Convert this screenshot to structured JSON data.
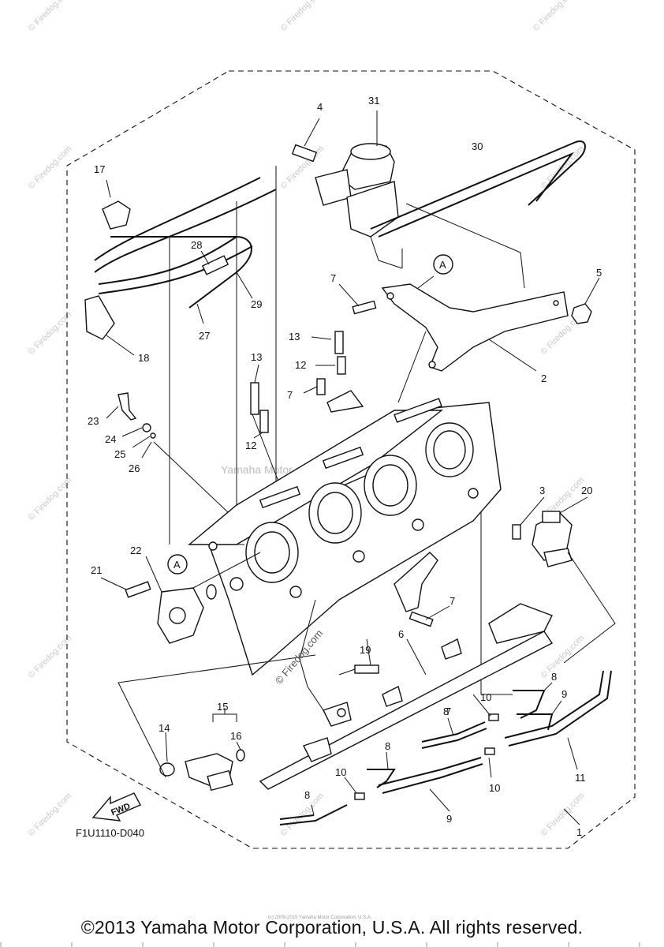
{
  "watermarks": {
    "firedog": "© Firedog.com",
    "center": "Yamaha Motor.com Bikes",
    "diagonal_label": "© Firedog.com",
    "tiny": "(c) 2009-2015 Yamaha Motor Corporation, U.S.A."
  },
  "callouts": [
    "1",
    "2",
    "3",
    "4",
    "5",
    "6",
    "7",
    "7",
    "7",
    "7",
    "8",
    "8",
    "8",
    "8",
    "9",
    "9",
    "10",
    "10",
    "10",
    "11",
    "12",
    "12",
    "13",
    "13",
    "14",
    "15",
    "16",
    "17",
    "18",
    "19",
    "20",
    "21",
    "22",
    "23",
    "24",
    "25",
    "26",
    "27",
    "28",
    "29",
    "30",
    "31",
    "A",
    "A"
  ],
  "fwd_label": "FWD",
  "diagram_code": "F1U1110-D040",
  "copyright": "©2013 Yamaha Motor Corporation, U.S.A. All rights reserved."
}
